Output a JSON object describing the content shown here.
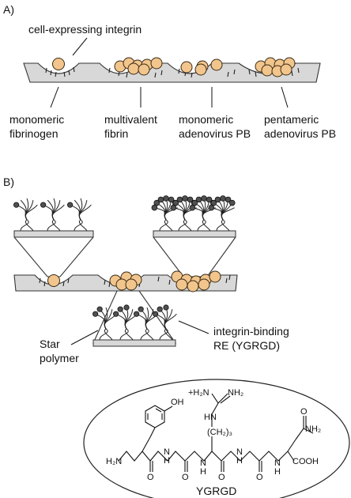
{
  "panel_a": {
    "label": "A)",
    "top_label": "cell-expressing integrin",
    "captions": [
      [
        "monomeric",
        "fibrinogen"
      ],
      [
        "multivalent",
        "fibrin"
      ],
      [
        "monomeric",
        "adenovirus PB"
      ],
      [
        "pentameric",
        "adenovirus PB"
      ]
    ]
  },
  "panel_b": {
    "label": "B)",
    "star_label": [
      "Star",
      "polymer"
    ],
    "re_label": [
      "integrin-binding",
      "RE (YGRGD)"
    ]
  },
  "molecule": {
    "name": "YGRGD",
    "labels": {
      "oh": "OH",
      "guan_top": "+H₂N",
      "guan_nh2": "NH₂",
      "guan_hn": "HN",
      "chain": "(CH₂)₃",
      "h2n": "H₂N",
      "nh2_right": "NH₂",
      "cooh": "COOH",
      "n": "N",
      "h": "H",
      "o": "O"
    }
  },
  "colors": {
    "cell": "#f1c58c",
    "cell_stroke": "#3b2a16",
    "surface": "#d8d8d8",
    "bead": "#505050"
  }
}
